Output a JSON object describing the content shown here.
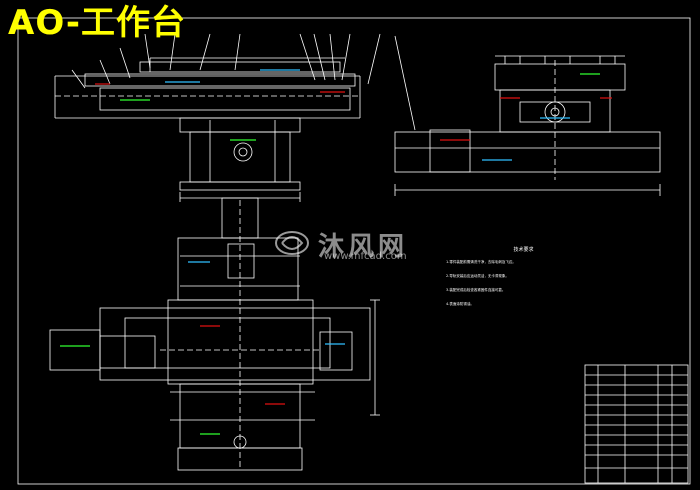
{
  "drawing": {
    "title": "AO-工作台",
    "watermark": {
      "name": "沐风网",
      "url": "www.mfcad.com"
    },
    "colors": {
      "background": "#000000",
      "title": "#ffff00",
      "lines": "#ffffff",
      "accent_red": "#e01010",
      "accent_cyan": "#30c0ff",
      "accent_green": "#30ff30"
    }
  },
  "tech_notes": {
    "heading": "技术要求",
    "items": [
      "1.零件装配前需清洗干净，去除毛刺及飞边。",
      "2.导轨安装后应运动灵活，无卡滞现象。",
      "3.装配完成后检查各紧固件连接可靠。",
      "4.表面涂防锈油。"
    ]
  }
}
